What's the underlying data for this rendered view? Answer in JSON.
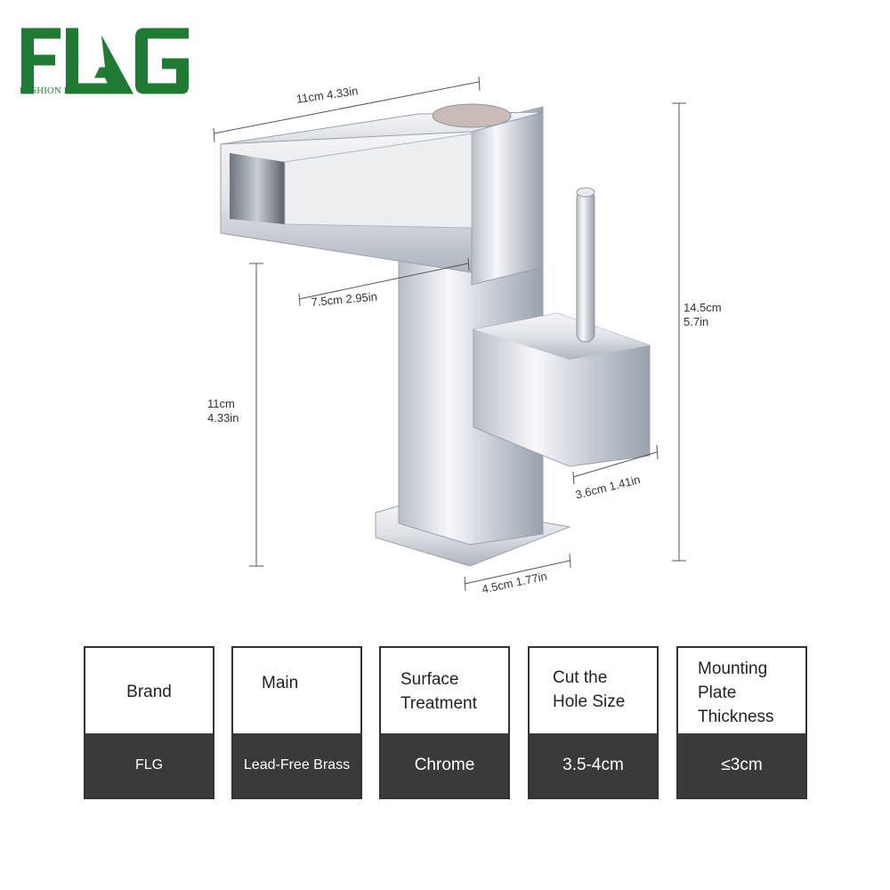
{
  "logo": {
    "text": "FLG",
    "tagline": "FASHION BATHROOM",
    "color": "#1f7a33"
  },
  "dimensions": {
    "top_width": "11cm 4.33in",
    "spout_depth": "7.5cm 2.95in",
    "spout_height_cm": "11cm",
    "spout_height_in": "4.33in",
    "total_height_cm": "14.5cm",
    "total_height_in": "5.7in",
    "handle_width": "3.6cm 1.41in",
    "base_width": "4.5cm  1.77in"
  },
  "specs": [
    {
      "label": "Brand",
      "value": "FLG"
    },
    {
      "label": "Main",
      "value": "Lead-Free Brass"
    },
    {
      "label": "Surface Treatment",
      "value": "Chrome"
    },
    {
      "label": "Cut the Hole Size",
      "value": "3.5-4cm"
    },
    {
      "label": "Mounting Plate Thickness",
      "value": "≤3cm"
    }
  ],
  "colors": {
    "value_background": "#3a3a3a",
    "chrome": "#d8dde3"
  }
}
